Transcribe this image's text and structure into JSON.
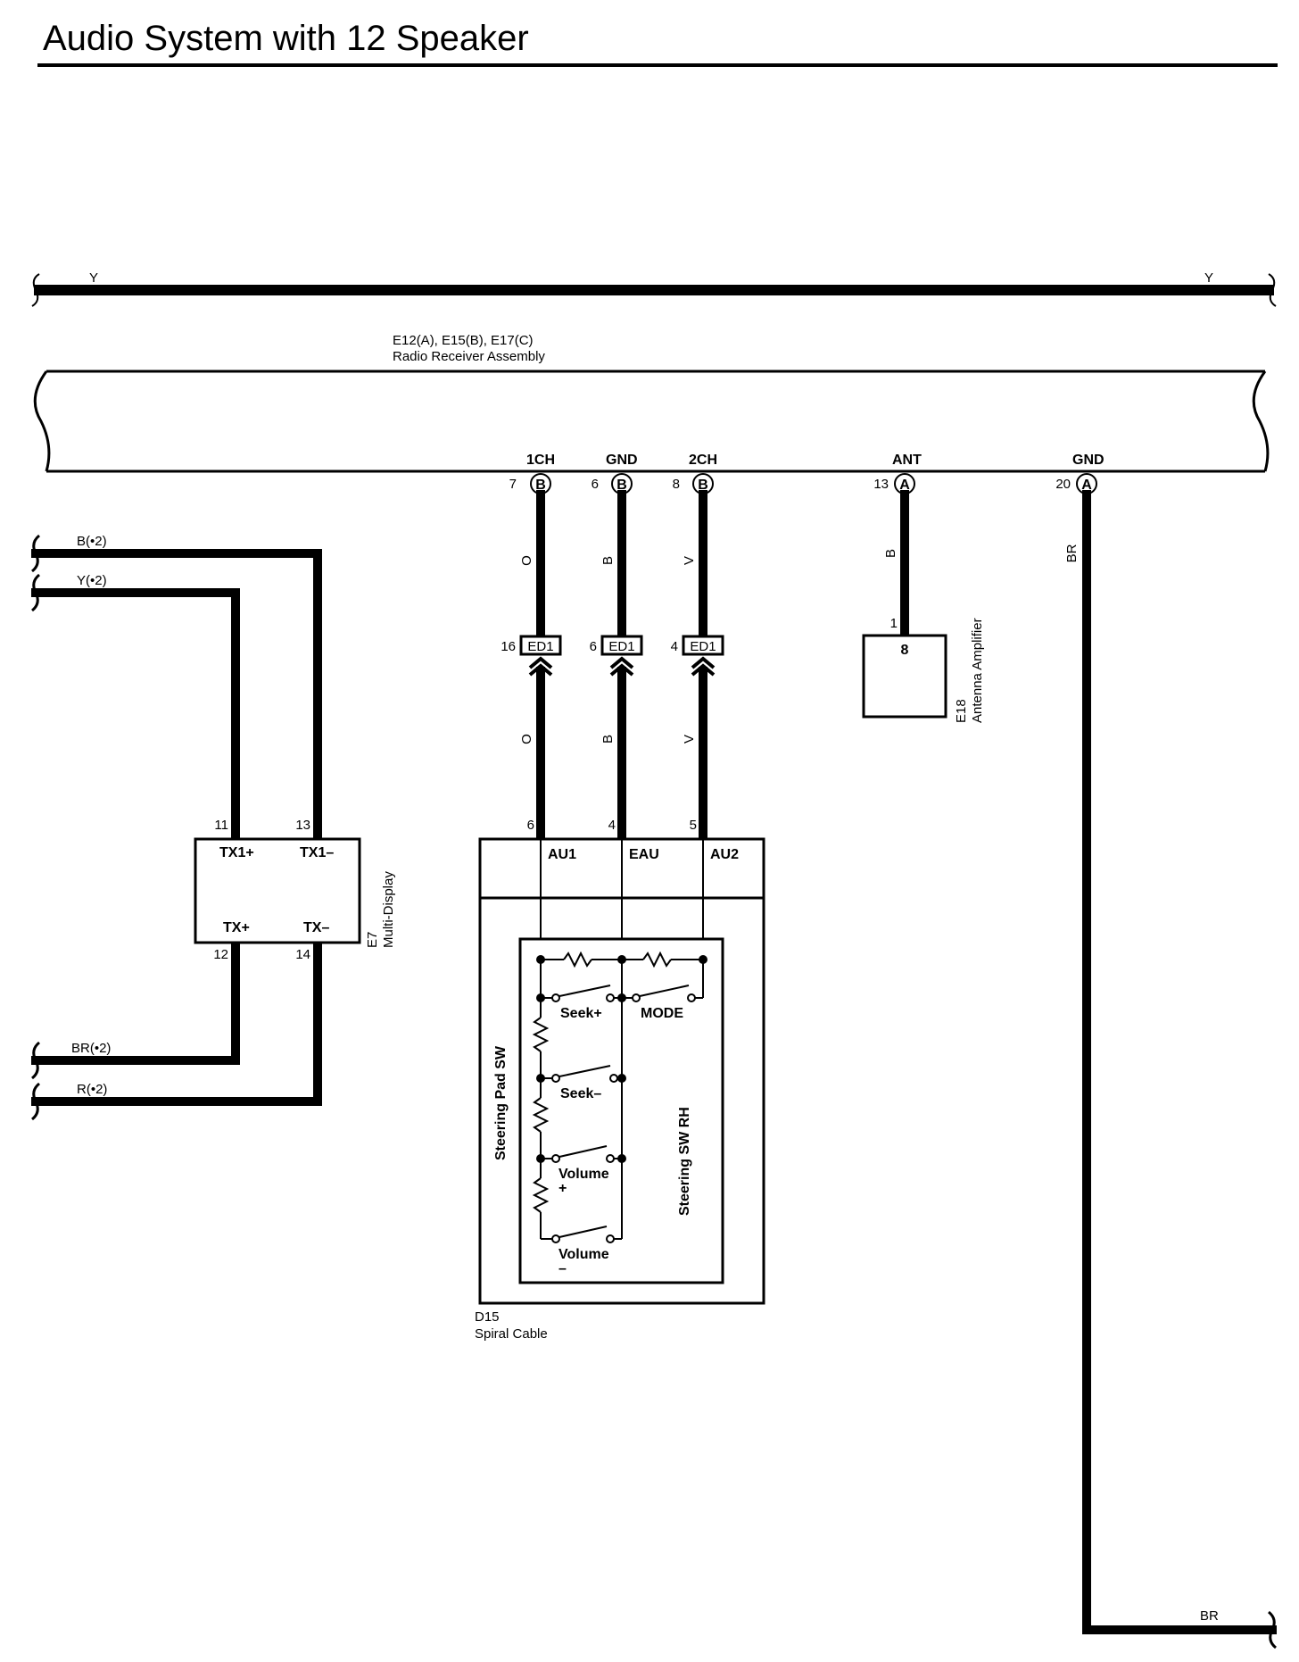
{
  "title": "Audio System with 12 Speaker",
  "bus": {
    "left_label": "Y",
    "right_label": "Y"
  },
  "radio": {
    "ids": "E12(A), E15(B), E17(C)",
    "name": "Radio Receiver Assembly"
  },
  "radio_pins": [
    {
      "name": "1CH",
      "num": "7",
      "conn": "B",
      "wire_upper": "O",
      "wire_lower": "O",
      "junction": "ED1",
      "jnum": "16",
      "d15pin": "6",
      "d15name": "AU1"
    },
    {
      "name": "GND",
      "num": "6",
      "conn": "B",
      "wire_upper": "B",
      "wire_lower": "B",
      "junction": "ED1",
      "jnum": "6",
      "d15pin": "4",
      "d15name": "EAU"
    },
    {
      "name": "2CH",
      "num": "8",
      "conn": "B",
      "wire_upper": "V",
      "wire_lower": "V",
      "junction": "ED1",
      "jnum": "4",
      "d15pin": "5",
      "d15name": "AU2"
    },
    {
      "name": "ANT",
      "num": "13",
      "conn": "A",
      "wire_upper": "B"
    },
    {
      "name": "GND",
      "num": "20",
      "conn": "A",
      "wire_upper": "BR"
    }
  ],
  "antenna": {
    "pin": "1",
    "box_label": "8",
    "id": "E18",
    "name": "Antenna Amplifier"
  },
  "multi_display": {
    "id": "E7",
    "name": "Multi-Display",
    "pins": [
      {
        "num": "11",
        "label": "TX1+"
      },
      {
        "num": "13",
        "label": "TX1–"
      },
      {
        "num": "12",
        "label": "TX+"
      },
      {
        "num": "14",
        "label": "TX–"
      }
    ],
    "left_wires": [
      "B(•2)",
      "Y(•2)",
      "BR(•2)",
      "R(•2)"
    ]
  },
  "spiral_cable": {
    "id": "D15",
    "name": "Spiral Cable"
  },
  "steering": {
    "pad_label": "Steering Pad SW",
    "rh_label": "Steering SW RH",
    "switches": [
      "Seek+",
      "MODE",
      "Seek–",
      "Volume",
      "+",
      "Volume",
      "–"
    ]
  },
  "ground_bottom_label": "BR"
}
